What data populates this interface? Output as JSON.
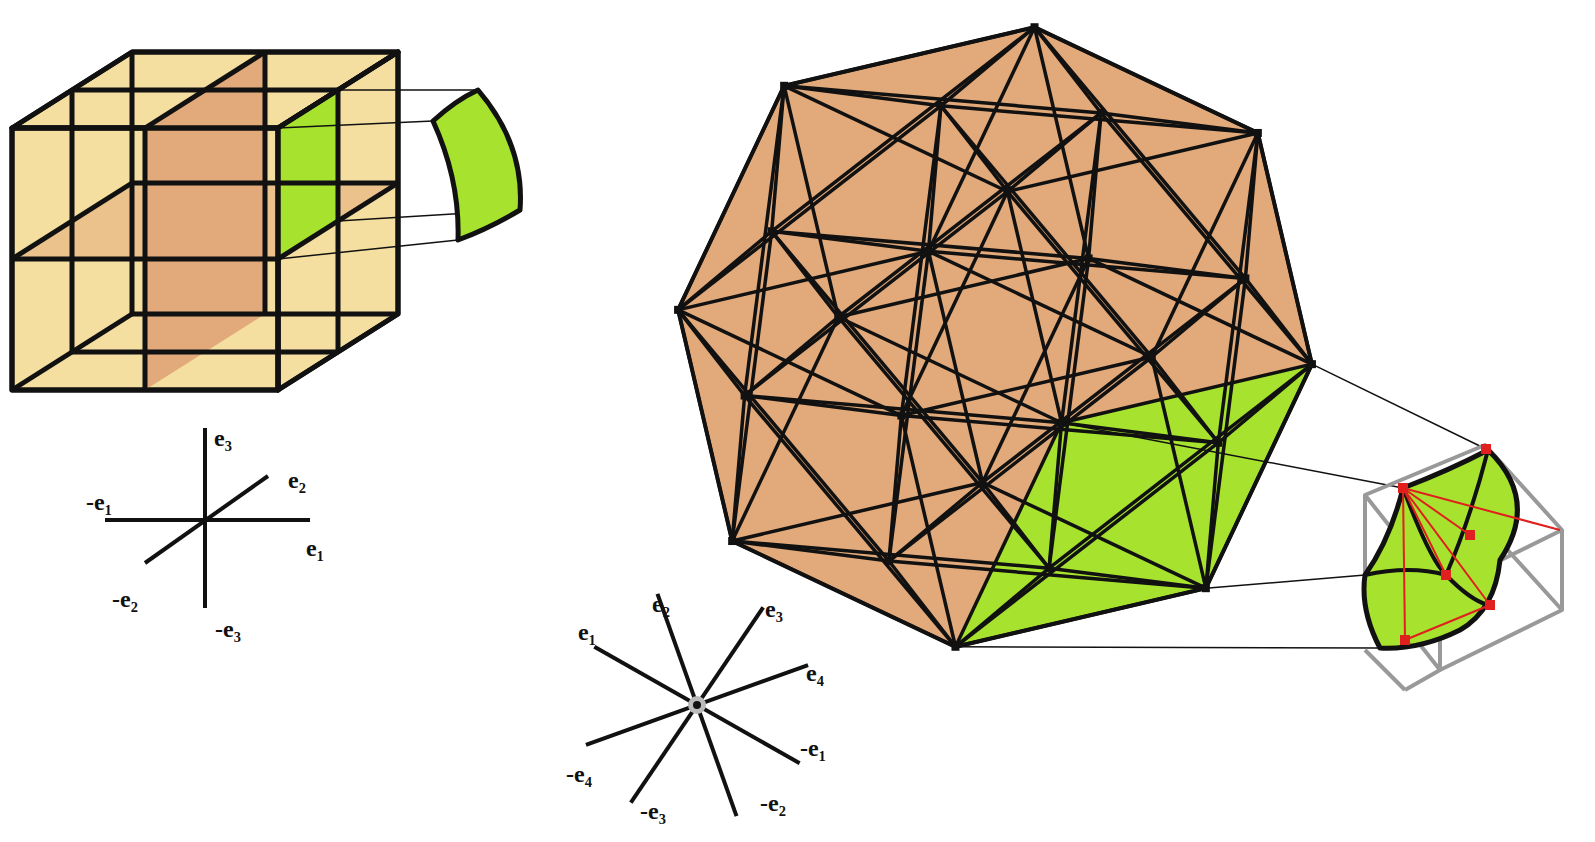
{
  "diagram": {
    "labels": [
      "e₃",
      "e₂",
      "-e₁",
      "e₁",
      "-e₂",
      "-e₃",
      "e₁",
      "e₂",
      "e₃",
      "e₄",
      "-e₁",
      "-e₂",
      "-e₃",
      "-e₄"
    ]
  }
}
